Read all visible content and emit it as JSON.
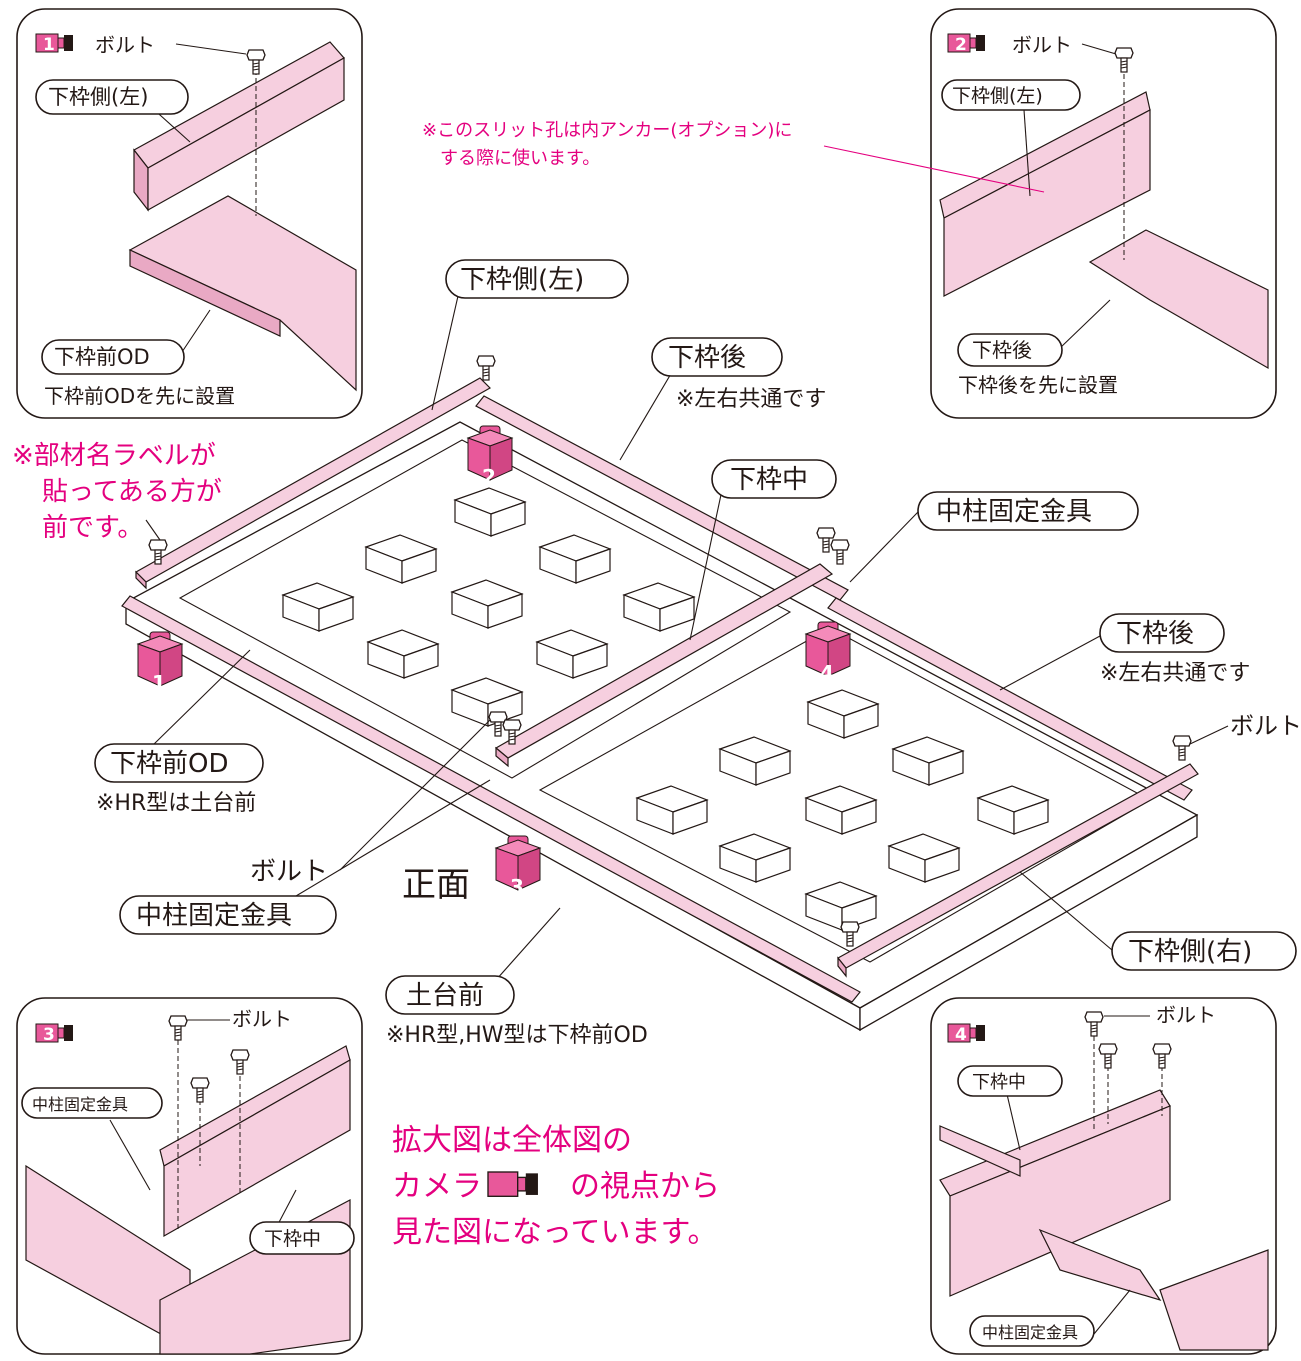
{
  "colors": {
    "magenta": "#e4007f",
    "camera_pink": "#e8589a",
    "rail_pink": "#f6cfdf",
    "ink": "#231815"
  },
  "icons": {
    "camera": "camera-icon",
    "bolt": "bolt-icon",
    "viewpoint_marker": "camera-marker-icon"
  },
  "inset1": {
    "num": "1",
    "bolt": "ボルト",
    "side_left": "下枠側(左)",
    "front_od": "下枠前OD",
    "note": "下枠前ODを先に設置"
  },
  "inset2": {
    "num": "2",
    "bolt": "ボルト",
    "side_left": "下枠側(左)",
    "rear": "下枠後",
    "note": "下枠後を先に設置"
  },
  "inset3": {
    "num": "3",
    "bolt": "ボルト",
    "bracket": "中柱固定金具",
    "mid": "下枠中"
  },
  "inset4": {
    "num": "4",
    "bolt": "ボルト",
    "mid": "下枠中",
    "bracket": "中柱固定金具"
  },
  "slit_note": {
    "line1": "※このスリット孔は内アンカー(オプション)に",
    "line2": "する際に使います。"
  },
  "label_note": {
    "line1": "※部材名ラベルが",
    "line2": "貼ってある方が",
    "line3": "前です。"
  },
  "main": {
    "side_left": "下枠側(左)",
    "rear_left": "下枠後",
    "rear_left_note": "※左右共通です",
    "mid": "下枠中",
    "bracket_top": "中柱固定金具",
    "rear_right": "下枠後",
    "rear_right_note": "※左右共通です",
    "bolt_right": "ボルト",
    "front_od": "下枠前OD",
    "front_od_note": "※HR型は土台前",
    "bolt_bottom": "ボルト",
    "bracket_bottom": "中柱固定金具",
    "front_face": "正面",
    "dodai": "土台前",
    "dodai_note": "※HR型,HW型は下枠前OD",
    "side_right": "下枠側(右)",
    "marker_1": "1",
    "marker_2": "2",
    "marker_3": "3",
    "marker_4": "4"
  },
  "legend": {
    "line1": "拡大図は全体図の",
    "line2_a": "カメラ",
    "line2_b": "の視点から",
    "line3": "見た図になっています。"
  }
}
